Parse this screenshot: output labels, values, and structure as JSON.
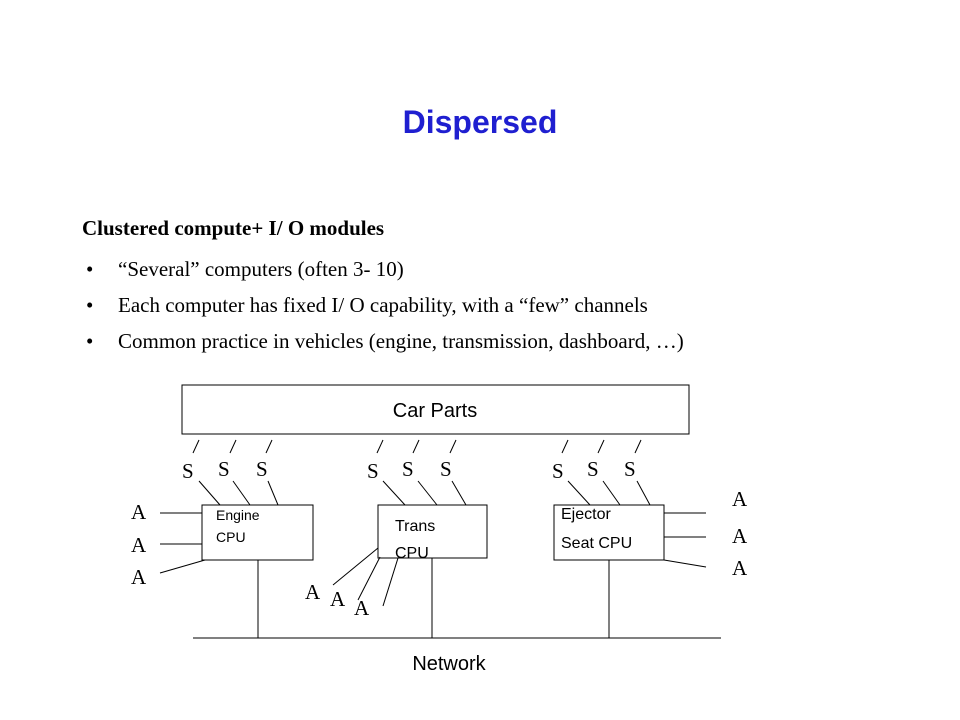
{
  "slide": {
    "title": "Dispersed",
    "heading": "Clustered compute+ I/ O modules",
    "bullets": [
      "“Several” computers (often 3- 10)",
      "Each computer has fixed I/ O capability, with a “few” channels",
      "Common practice in vehicles (engine, transmission, dashboard, …)"
    ],
    "bullet_glyph": "•"
  },
  "diagram": {
    "car_parts": "Car Parts",
    "network": "Network",
    "sensor": "S",
    "actuator": "A",
    "engine_cpu": [
      "Engine",
      "CPU"
    ],
    "trans_cpu": [
      "Trans",
      "CPU"
    ],
    "ejector_cpu": [
      "Ejector",
      "Seat CPU"
    ]
  }
}
